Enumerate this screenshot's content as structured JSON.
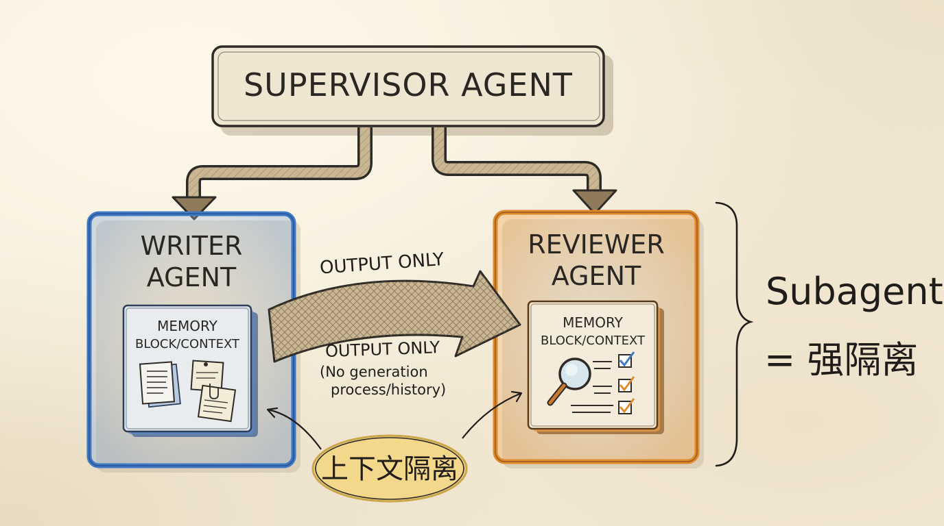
{
  "supervisor": {
    "label": "SUPERVISOR AGENT"
  },
  "writer": {
    "line1": "WRITER",
    "line2": "AGENT",
    "memory_line1": "MEMORY",
    "memory_line2": "BLOCK/CONTEXT",
    "accent": "#3f78c8"
  },
  "reviewer": {
    "line1": "REVIEWER",
    "line2": "AGENT",
    "memory_line1": "MEMORY",
    "memory_line2": "BLOCK/CONTEXT",
    "accent": "#e08a2e"
  },
  "flow": {
    "top_label": "OUTPUT ONLY",
    "bottom_label": "OUTPUT ONLY",
    "note_line1": "(No generation",
    "note_line2": "process/history)"
  },
  "isolation": {
    "label": "上下文隔离",
    "highlight": "#f3d78a"
  },
  "subagents": {
    "line1": "Subagents",
    "line2": "= 强隔离"
  },
  "colors": {
    "ink": "#2a2622",
    "paper": "#f4ecda",
    "arrow_fill": "#b9a27f"
  }
}
